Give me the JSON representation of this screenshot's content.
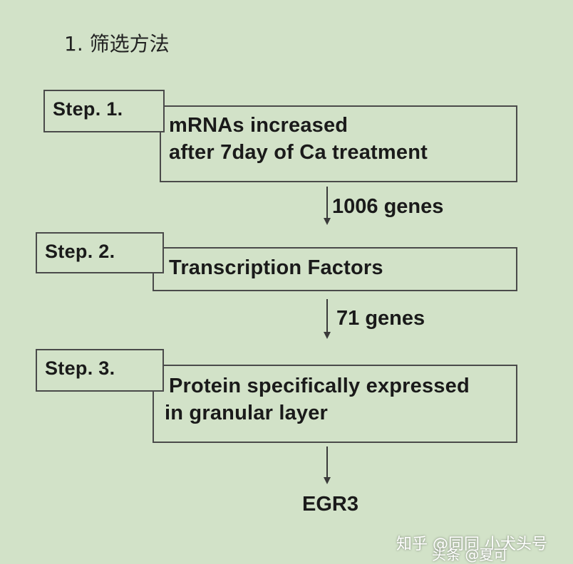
{
  "title": "1. 筛选方法",
  "steps": [
    {
      "label": "Step. 1.",
      "lines": [
        "mRNAs increased",
        "after 7day of Ca treatment"
      ]
    },
    {
      "label": "Step. 2.",
      "lines": [
        "Transcription Factors"
      ]
    },
    {
      "label": "Step. 3.",
      "lines": [
        "Protein specifically expressed",
        "in granular layer"
      ]
    }
  ],
  "arrows": [
    {
      "label": "1006 genes"
    },
    {
      "label": "71 genes"
    },
    {
      "label": ""
    }
  ],
  "result": "EGR3",
  "watermarks": {
    "zhihu": "知乎 @同同 小犬头号",
    "toutiao": "头条 @夏可"
  },
  "colors": {
    "background": "#d2e2c8",
    "border": "#4a4a4a",
    "text": "#1a1a1a"
  }
}
